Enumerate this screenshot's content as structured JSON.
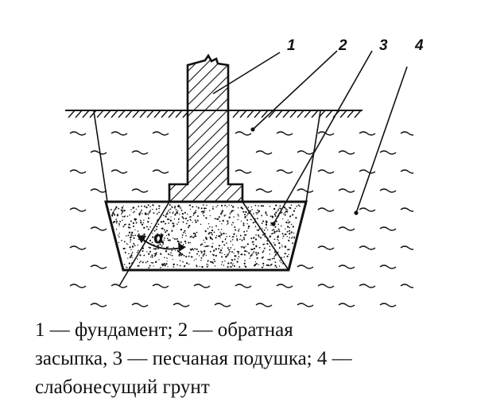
{
  "diagram": {
    "callouts": [
      "1",
      "2",
      "3",
      "4"
    ],
    "angle_label": "α"
  },
  "caption": {
    "lines": [
      "1 — фундамент; 2 — обратная",
      "засыпка, 3 — песчаная подушка; 4 —",
      "слабонесущий грунт"
    ]
  }
}
